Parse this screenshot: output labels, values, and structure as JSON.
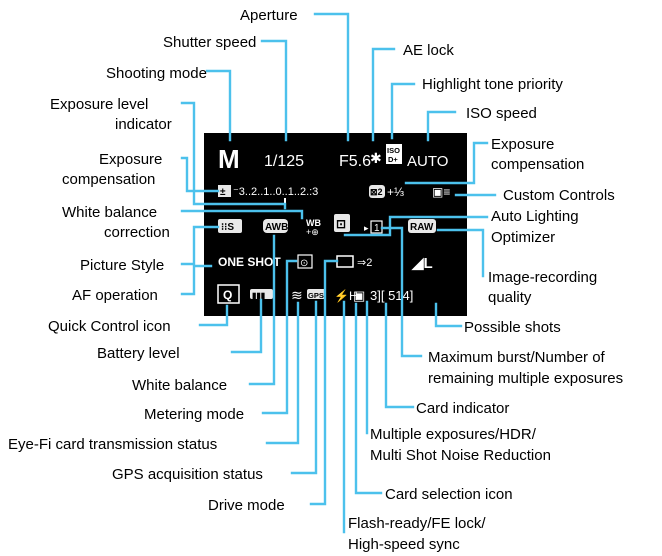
{
  "screen": {
    "mode": "M",
    "shutter": "1/125",
    "aperture": "F5.6",
    "ae_lock": "✱",
    "iso_badge_top": "ISO",
    "iso_badge_bottom": "D+",
    "iso_value": "AUTO",
    "exp_icon": "±",
    "exp_scale": "⁻3..2..1..0..1..2.:3",
    "comp_icon": "⊠2",
    "comp_value": "+⅓",
    "custom_icon": "▣≡",
    "picture_style": "⁝⁝S",
    "awb": "AWB",
    "wb_corr": "WB",
    "wb_corr_sub": "+⊕",
    "alo": "⊡",
    "burst": "1",
    "raw": "RAW",
    "af": "ONE SHOT",
    "metering": "⊙",
    "drive": "□",
    "card": "⇒2",
    "quality": "◢L",
    "q_icon": "Q",
    "battery": "▮▮▮",
    "eyefi": "≋",
    "gps": "GPS",
    "flash": "⚡H",
    "multi": "▣",
    "remaining": "3][ 514]"
  },
  "labels": {
    "aperture": "Aperture",
    "shutter_speed": "Shutter speed",
    "ae_lock": "AE lock",
    "shooting_mode": "Shooting mode",
    "highlight_tone": "Highlight tone priority",
    "exposure_level_1": "Exposure level",
    "exposure_level_2": "indicator",
    "iso_speed": "ISO speed",
    "exp_comp_right_1": "Exposure",
    "exp_comp_right_2": "compensation",
    "exp_comp_left_1": "Exposure",
    "exp_comp_left_2": "compensation",
    "custom_controls": "Custom Controls",
    "wb_correction_1": "White balance",
    "wb_correction_2": "correction",
    "alo_1": "Auto Lighting",
    "alo_2": "Optimizer",
    "picture_style": "Picture Style",
    "image_quality_1": "Image-recording",
    "image_quality_2": "quality",
    "af_operation": "AF operation",
    "quick_control": "Quick Control icon",
    "possible_shots": "Possible shots",
    "battery_level": "Battery level",
    "max_burst_1": "Maximum burst/Number of",
    "max_burst_2": "remaining multiple exposures",
    "white_balance": "White balance",
    "card_indicator": "Card indicator",
    "metering_mode": "Metering mode",
    "multi_exp_1": "Multiple exposures/HDR/",
    "multi_exp_2": "Multi Shot Noise Reduction",
    "eyefi": "Eye-Fi card transmission status",
    "gps": "GPS acquisition status",
    "card_selection": "Card selection icon",
    "drive_mode": "Drive mode",
    "flash_1": "Flash-ready/FE lock/",
    "flash_2": "High-speed sync"
  },
  "colors": {
    "leader": "#4cc1ec",
    "screen_bg": "#000000",
    "screen_text": "#ffffff",
    "chip_bg": "#e8e8e8"
  }
}
